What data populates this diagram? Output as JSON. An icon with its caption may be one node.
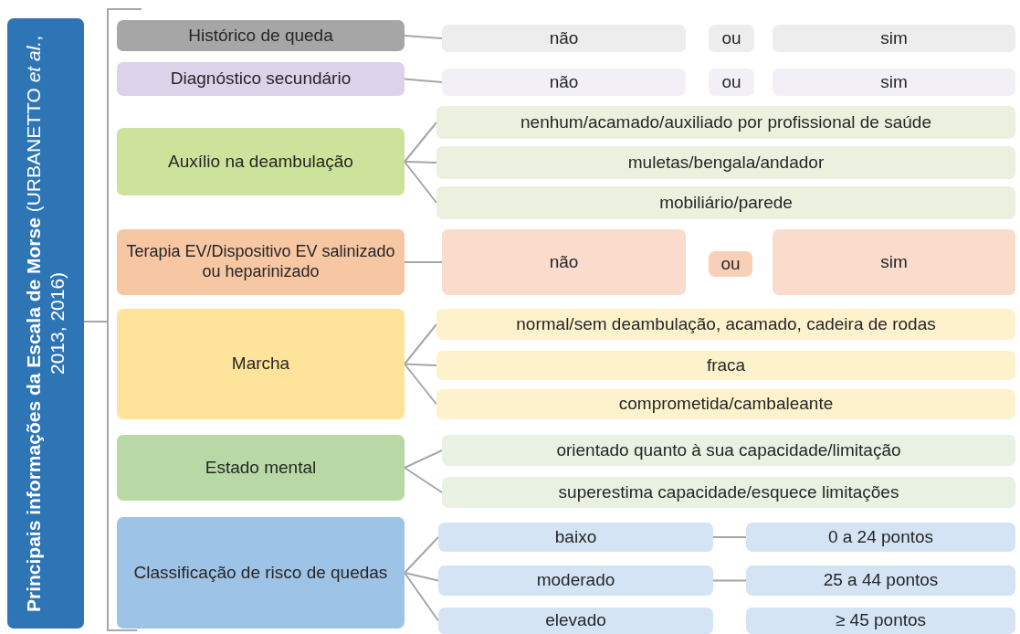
{
  "diagram": {
    "nodes": [
      {
        "text": [
          "**Principais informações da Escala de Morse** (URBANETTO *et al.*, 2013, 2016)"
        ]
      },
      {
        "text": [
          "Histórico de queda"
        ]
      },
      {
        "text": [
          "não"
        ]
      },
      {
        "text": [
          "ou"
        ]
      },
      {
        "text": [
          "sim"
        ]
      },
      {
        "text": [
          "Diagnóstico secundário"
        ]
      },
      {
        "text": [
          "não"
        ]
      },
      {
        "text": [
          "ou"
        ]
      },
      {
        "text": [
          "sim"
        ]
      },
      {
        "text": [
          "Auxílio na deambulação"
        ]
      },
      {
        "text": [
          "nenhum/acamado/auxiliado por profissional de saúde"
        ]
      },
      {
        "text": [
          "muletas/bengala/andador"
        ]
      },
      {
        "text": [
          "mobiliário/parede"
        ]
      },
      {
        "text": [
          "Terapia EV/Dispositivo EV salinizado ou heparinizado"
        ]
      },
      {
        "text": [
          "não"
        ]
      },
      {
        "text": [
          "ou"
        ]
      },
      {
        "text": [
          "sim"
        ]
      },
      {
        "text": [
          "Marcha"
        ]
      },
      {
        "text": [
          "normal/sem deambulação, acamado, cadeira de rodas"
        ]
      },
      {
        "text": [
          "fraca"
        ]
      },
      {
        "text": [
          "comprometida/cambaleante"
        ]
      },
      {
        "text": [
          "Estado mental"
        ]
      },
      {
        "text": [
          "orientado quanto à sua capacidade/limitação"
        ]
      },
      {
        "text": [
          "superestima capacidade/esquece limitações"
        ]
      },
      {
        "text": [
          "Classificação de risco de quedas"
        ]
      },
      {
        "text": [
          "baixo"
        ]
      },
      {
        "text": [
          "moderado"
        ]
      },
      {
        "text": [
          "elevado"
        ]
      },
      {
        "text": [
          "0 a 24 pontos"
        ]
      },
      {
        "text": [
          "25 a 44 pontos"
        ]
      },
      {
        "text": [
          "≥ 45 pontos"
        ]
      }
    ],
    "edges": [
      {
        "from": 1,
        "to": 2,
        "arrow": "none"
      },
      {
        "from": 5,
        "to": 6,
        "arrow": "none"
      },
      {
        "from": 9,
        "to": 10,
        "arrow": "none"
      },
      {
        "from": 9,
        "to": 11,
        "arrow": "none"
      },
      {
        "from": 9,
        "to": 12,
        "arrow": "none"
      },
      {
        "from": 13,
        "to": 14,
        "arrow": "none"
      },
      {
        "from": 17,
        "to": 18,
        "arrow": "none"
      },
      {
        "from": 17,
        "to": 19,
        "arrow": "none"
      },
      {
        "from": 17,
        "to": 20,
        "arrow": "none"
      },
      {
        "from": 21,
        "to": 22,
        "arrow": "none"
      },
      {
        "from": 21,
        "to": 23,
        "arrow": "none"
      },
      {
        "from": 24,
        "to": 25,
        "arrow": "none"
      },
      {
        "from": 24,
        "to": 26,
        "arrow": "none"
      },
      {
        "from": 24,
        "to": 27,
        "arrow": "none"
      },
      {
        "from": 25,
        "to": 28,
        "arrow": "none"
      },
      {
        "from": 26,
        "to": 29,
        "arrow": "none"
      }
    ]
  }
}
